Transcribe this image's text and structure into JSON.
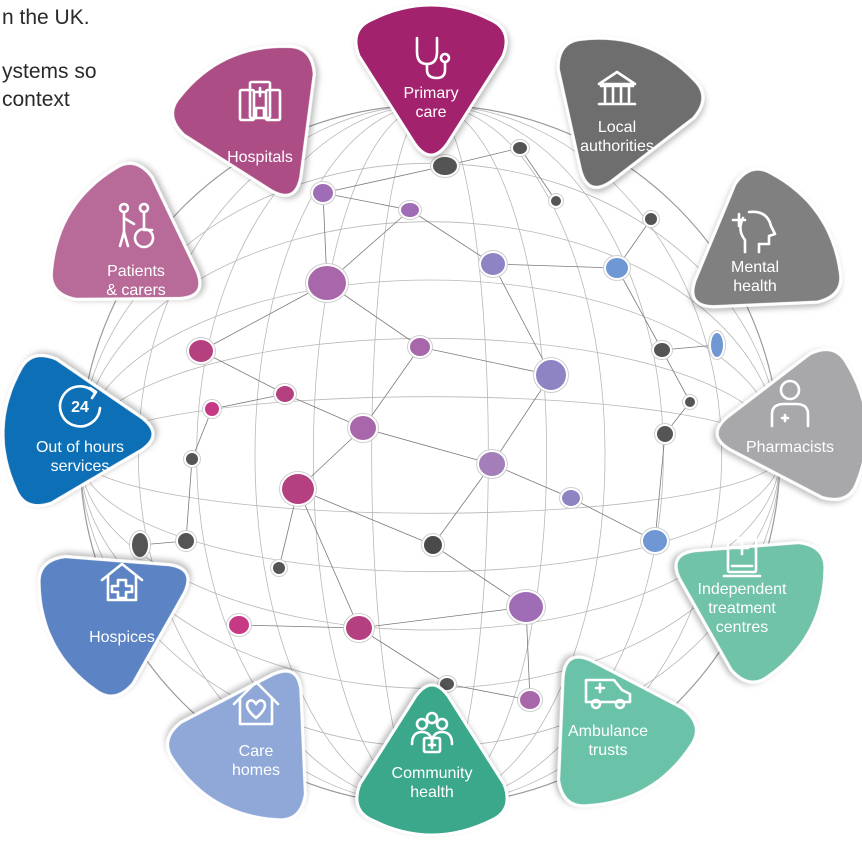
{
  "intro": {
    "line1": "n the UK.",
    "line2": "ystems so",
    "line3": "context"
  },
  "colors": {
    "primary_care": "#a3226d",
    "local_authorities": "#6e6e6e",
    "mental_health": "#808080",
    "pharmacists": "#a8a8ab",
    "independent": "#6fc2a8",
    "ambulance": "#6bc3a9",
    "community": "#3aa88b",
    "care_homes": "#8fa8d8",
    "hospices": "#5b83c4",
    "out_of_hours": "#1170b6",
    "patients": "#b86a99",
    "hospitals": "#ad4d86"
  },
  "nodes": [
    {
      "id": "primary_care",
      "icon": "stethoscope-icon",
      "lines": [
        "Primary",
        "care"
      ]
    },
    {
      "id": "local_authorities",
      "icon": "town-hall-icon",
      "lines": [
        "Local",
        "authorities"
      ]
    },
    {
      "id": "mental_health",
      "icon": "head-cross-icon",
      "lines": [
        "Mental",
        "health"
      ]
    },
    {
      "id": "pharmacists",
      "icon": "pharmacist-icon",
      "lines": [
        "Pharmacists"
      ]
    },
    {
      "id": "independent",
      "icon": "hospital-bed-icon",
      "lines": [
        "Independent",
        "treatment",
        "centres"
      ]
    },
    {
      "id": "ambulance",
      "icon": "ambulance-icon",
      "lines": [
        "Ambulance",
        "trusts"
      ]
    },
    {
      "id": "community",
      "icon": "community-people-icon",
      "lines": [
        "Community",
        "health"
      ]
    },
    {
      "id": "care_homes",
      "icon": "house-heart-icon",
      "lines": [
        "Care",
        "homes"
      ]
    },
    {
      "id": "hospices",
      "icon": "hospice-cross-icon",
      "lines": [
        "Hospices"
      ]
    },
    {
      "id": "out_of_hours",
      "icon": "24-hour-clock-icon",
      "lines": [
        "Out of hours",
        "services"
      ]
    },
    {
      "id": "patients",
      "icon": "patient-wheelchair-icon",
      "lines": [
        "Patients",
        "& carers"
      ]
    },
    {
      "id": "hospitals",
      "icon": "hospital-building-icon",
      "lines": [
        "Hospitals"
      ]
    }
  ]
}
